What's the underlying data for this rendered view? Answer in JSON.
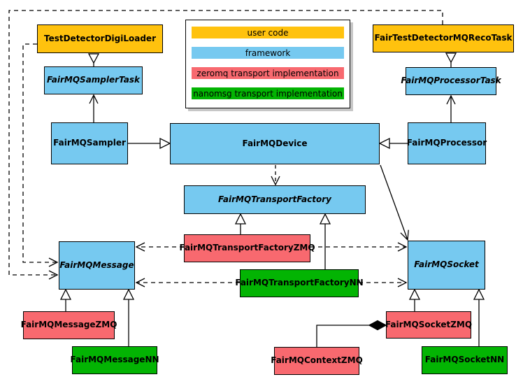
{
  "colors": {
    "user_code": "#FFC20E",
    "framework": "#76C9F0",
    "zeromq": "#F8696F",
    "nanomsg": "#03B403",
    "line": "#000000"
  },
  "legend": {
    "items": [
      {
        "label": "user code",
        "color_key": "user_code"
      },
      {
        "label": "framework",
        "color_key": "framework"
      },
      {
        "label": "zeromq transport implementation",
        "color_key": "zeromq"
      },
      {
        "label": "nanomsg transport implementation",
        "color_key": "nanomsg"
      }
    ]
  },
  "nodes": {
    "digiLoader": {
      "label": "TestDetectorDigiLoader",
      "category": "user code",
      "abstract": false
    },
    "recoTask": {
      "label": "FairTestDetectorMQRecoTask",
      "category": "user code",
      "abstract": false
    },
    "samplerTask": {
      "label": "FairMQSamplerTask",
      "category": "framework",
      "abstract": true
    },
    "processorTask": {
      "label": "FairMQProcessorTask",
      "category": "framework",
      "abstract": true
    },
    "sampler": {
      "label": "FairMQSampler",
      "category": "framework",
      "abstract": false
    },
    "device": {
      "label": "FairMQDevice",
      "category": "framework",
      "abstract": false
    },
    "processor": {
      "label": "FairMQProcessor",
      "category": "framework",
      "abstract": false
    },
    "transportFactory": {
      "label": "FairMQTransportFactory",
      "category": "framework",
      "abstract": true
    },
    "transportFactoryZMQ": {
      "label": "FairMQTransportFactoryZMQ",
      "category": "zeromq transport implementation",
      "abstract": false
    },
    "transportFactoryNN": {
      "label": "FairMQTransportFactoryNN",
      "category": "nanomsg transport implementation",
      "abstract": false
    },
    "message": {
      "label": "FairMQMessage",
      "category": "framework",
      "abstract": true
    },
    "socket": {
      "label": "FairMQSocket",
      "category": "framework",
      "abstract": true
    },
    "messageZMQ": {
      "label": "FairMQMessageZMQ",
      "category": "zeromq transport implementation",
      "abstract": false
    },
    "messageNN": {
      "label": "FairMQMessageNN",
      "category": "nanomsg transport implementation",
      "abstract": false
    },
    "socketZMQ": {
      "label": "FairMQSocketZMQ",
      "category": "zeromq transport implementation",
      "abstract": false
    },
    "socketNN": {
      "label": "FairMQSocketNN",
      "category": "nanomsg transport implementation",
      "abstract": false
    },
    "contextZMQ": {
      "label": "FairMQContextZMQ",
      "category": "zeromq transport implementation",
      "abstract": false
    }
  },
  "edges": [
    {
      "from": "TestDetectorDigiLoader",
      "to": "FairMQSamplerTask",
      "type": "inheritance"
    },
    {
      "from": "FairTestDetectorMQRecoTask",
      "to": "FairMQProcessorTask",
      "type": "inheritance"
    },
    {
      "from": "FairMQSampler",
      "to": "FairMQSamplerTask",
      "type": "association"
    },
    {
      "from": "FairMQProcessor",
      "to": "FairMQProcessorTask",
      "type": "association"
    },
    {
      "from": "FairMQSampler",
      "to": "FairMQDevice",
      "type": "inheritance"
    },
    {
      "from": "FairMQProcessor",
      "to": "FairMQDevice",
      "type": "inheritance"
    },
    {
      "from": "FairMQDevice",
      "to": "FairMQTransportFactory",
      "type": "dependency-dashed"
    },
    {
      "from": "FairMQDevice",
      "to": "FairMQSocket",
      "type": "association"
    },
    {
      "from": "FairMQTransportFactoryZMQ",
      "to": "FairMQTransportFactory",
      "type": "inheritance"
    },
    {
      "from": "FairMQTransportFactoryNN",
      "to": "FairMQTransportFactory",
      "type": "inheritance"
    },
    {
      "from": "FairMQTransportFactoryZMQ",
      "to": "FairMQMessage",
      "type": "dependency-dashed"
    },
    {
      "from": "FairMQTransportFactoryZMQ",
      "to": "FairMQSocket",
      "type": "dependency-dashed"
    },
    {
      "from": "FairMQTransportFactoryNN",
      "to": "FairMQMessage",
      "type": "dependency-dashed"
    },
    {
      "from": "FairMQTransportFactoryNN",
      "to": "FairMQSocket",
      "type": "dependency-dashed"
    },
    {
      "from": "FairMQMessageZMQ",
      "to": "FairMQMessage",
      "type": "inheritance"
    },
    {
      "from": "FairMQMessageNN",
      "to": "FairMQMessage",
      "type": "inheritance"
    },
    {
      "from": "FairMQSocketZMQ",
      "to": "FairMQSocket",
      "type": "inheritance"
    },
    {
      "from": "FairMQSocketNN",
      "to": "FairMQSocket",
      "type": "inheritance"
    },
    {
      "from": "FairMQContextZMQ",
      "to": "FairMQSocketZMQ",
      "type": "composition"
    },
    {
      "from": "FairTestDetectorMQRecoTask",
      "to": "FairMQMessage",
      "type": "dependency-dashed"
    },
    {
      "from": "TestDetectorDigiLoader",
      "to": "FairMQMessage",
      "type": "dependency-dashed"
    }
  ]
}
